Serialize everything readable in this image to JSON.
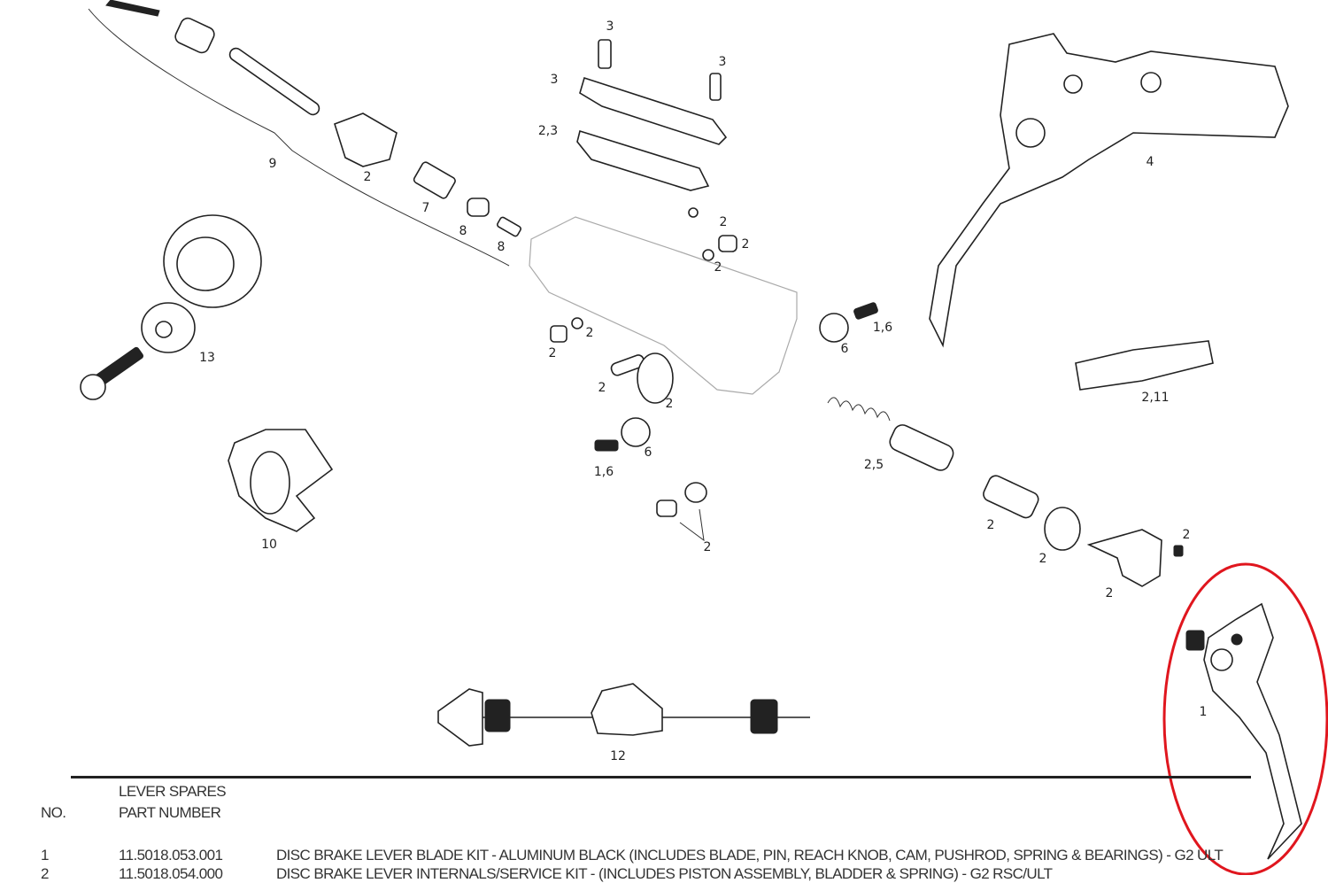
{
  "callouts": [
    "3",
    "3",
    "3",
    "2,3",
    "9",
    "2",
    "7",
    "8",
    "8",
    "2",
    "2",
    "2",
    "4",
    "13",
    "2",
    "2",
    "1,6",
    "6",
    "2,11",
    "2",
    "2",
    "6",
    "1,6",
    "2,5",
    "10",
    "2",
    "2",
    "2",
    "2",
    "2",
    "1",
    "12"
  ],
  "highlight_color": "#e0161e",
  "table": {
    "section_title": "LEVER SPARES",
    "col_no": "NO.",
    "col_part": "PART NUMBER",
    "rows": [
      {
        "no": "1",
        "part": "11.5018.053.001",
        "desc": "DISC BRAKE LEVER BLADE KIT - ALUMINUM BLACK (INCLUDES BLADE, PIN, REACH KNOB, CAM, PUSHROD, SPRING & BEARINGS) - G2 ULT"
      },
      {
        "no": "2",
        "part": "11.5018.054.000",
        "desc": "DISC BRAKE LEVER INTERNALS/SERVICE KIT - (INCLUDES PISTON ASSEMBLY, BLADDER & SPRING) - G2 RSC/ULT"
      }
    ]
  }
}
